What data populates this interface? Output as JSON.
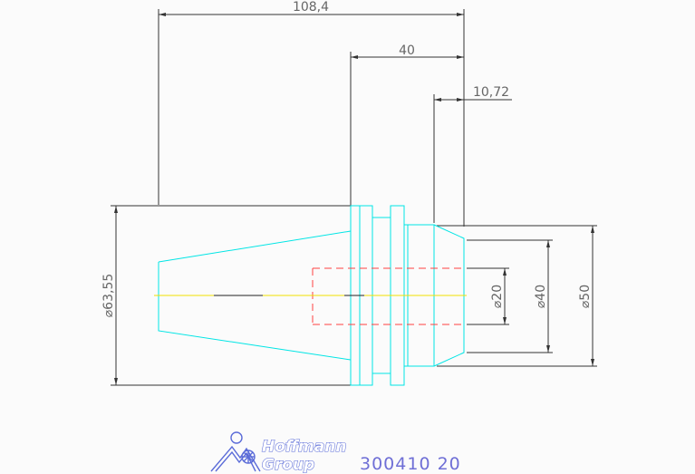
{
  "dimensions": {
    "overall_length": "108,4",
    "flange_offset": "40",
    "tip_length": "10,72",
    "taper_diameter": "⌀63,55",
    "bore_diameter": "⌀20",
    "mid_diameter": "⌀40",
    "outer_diameter": "⌀50"
  },
  "logo": {
    "line1": "Hoffmann",
    "line2": "Group"
  },
  "part_number": "300410  20",
  "colors": {
    "part_outline": "#00e5e5",
    "hidden_line": "#ff4040",
    "center_line": "#f0e000",
    "dimension": "#333333",
    "text": "#666666",
    "brand": "#5a6bd8"
  }
}
